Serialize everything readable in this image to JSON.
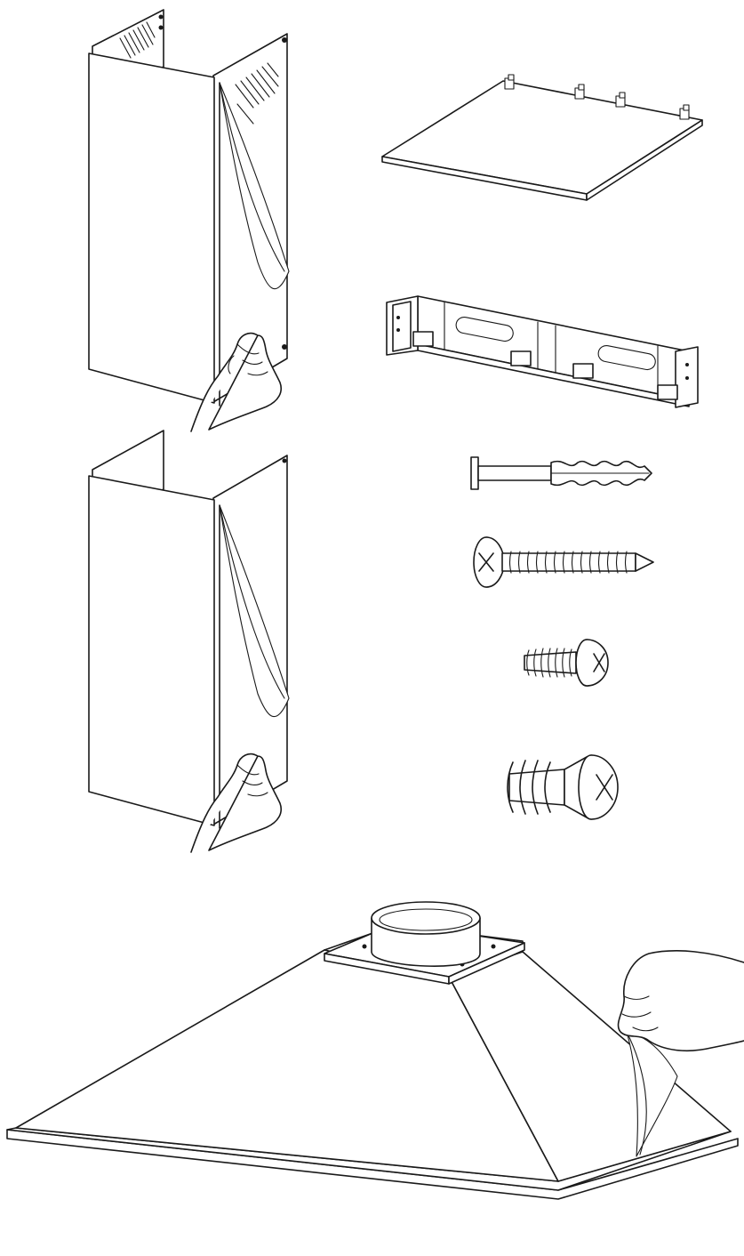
{
  "figure": {
    "components": [
      "upper-chimney-with-protective-film",
      "lower-chimney-with-protective-film",
      "chimney-top-cover-plate",
      "wall-mounting-bracket",
      "wall-anchor",
      "long-wood-screw",
      "short-screw",
      "large-thread-screw",
      "hood-canopy-with-protective-film"
    ]
  },
  "colors": {
    "line": "#1a1a1a",
    "background": "#ffffff"
  }
}
